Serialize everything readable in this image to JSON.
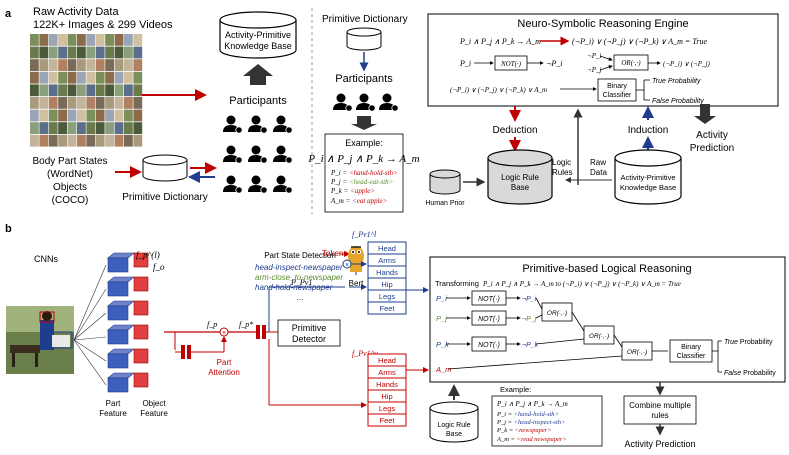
{
  "panel_a": {
    "label": "a",
    "raw_title_1": "Raw Activity Data",
    "raw_title_2": "122K+ Images & 299 Videos",
    "kb_top_1": "Activity-Primitive",
    "kb_top_2": "Knowledge Base",
    "participants": "Participants",
    "body_1": "Body Part States",
    "body_2": "(WordNet)",
    "body_3": "Objects",
    "body_4": "(COCO)",
    "prim_dict": "Primitive Dictionary",
    "mid_prim_dict": "Primitive Dictionary",
    "mid_participants": "Participants",
    "example_label": "Example:",
    "example_formula": "P_i ∧ P_j ∧ P_k → A_m",
    "ex_pi_key": "P_i = ",
    "ex_pi_val": "<hand-hold-sth>",
    "ex_pj_key": "P_j = ",
    "ex_pj_val": "<head-eat-sth>",
    "ex_pk_key": "P_k = ",
    "ex_pk_val": "<apple>",
    "ex_am_key": "A_m = ",
    "ex_am_val": "<eat apple>",
    "engine_title": "Neuro-Symbolic Reasoning Engine",
    "eng_rule": "P_i ∧ P_j ∧ P_k → A_m",
    "eng_rule_rhs": "(¬P_i) ∨ (¬P_j) ∨ (¬P_k) ∨ A_m = True",
    "eng_not": "NOT(·)",
    "eng_not_pi": "¬P_i",
    "eng_not_pi2": "¬P_i",
    "eng_not_pj": "¬P_j",
    "eng_or": "OR(·,·)",
    "eng_or_out": "(¬P_i) ∨ (¬P_j)",
    "eng_long": "(¬P_i) ∨ (¬P_j) ∨ (¬P_k) ∨ A_m",
    "eng_binary_1": "Binary",
    "eng_binary_2": "Classifier",
    "eng_true": "True Probability",
    "eng_false": "False Probability",
    "deduction": "Deduction",
    "induction": "Induction",
    "activity_pred_1": "Activity",
    "activity_pred_2": "Prediction",
    "logic_rules_1": "Logic",
    "logic_rules_2": "Rules",
    "raw_data_1": "Raw",
    "raw_data_2": "Data",
    "lrb_1": "Logic Rule",
    "lrb_2": "Base",
    "human_prior": "Human Prior",
    "kb_bot_1": "Activity-Primitive",
    "kb_bot_2": "Knowledge Base"
  },
  "panel_b": {
    "label": "b",
    "cnns": "CNNs",
    "fp_l": "f_p^(l)",
    "fo": "f_o",
    "part_feature_1": "Part",
    "part_feature_2": "Feature",
    "object_feature_1": "Object",
    "object_feature_2": "Feature",
    "fp": "f_p",
    "fp_star": "f_p*",
    "part_attention_1": "Part",
    "part_attention_2": "Attention",
    "psd_title": "Part State Detection",
    "psd_1": "head-inspect-newspaper",
    "psd_2": "arm-close_to-newspaper",
    "psd_3": "hand-hold-newspaper",
    "psd_dots": "...",
    "tokens": "Tokens",
    "bert": "Bert",
    "p_pv1": "P_Pv1",
    "fpv1_l": "f_Pv1^l",
    "fpv1_v": "f_Pv1^v",
    "primitive_detector_1": "Primitive",
    "primitive_detector_2": "Detector",
    "part_list": [
      "Head",
      "Arms",
      "Hands",
      "Hip",
      "Legs",
      "Feet"
    ],
    "plr_title": "Primitive-based Logical Reasoning",
    "transforming": "Transforming",
    "transform_formula": "P_i ∧ P_j ∧ P_k → A_m    to    (¬P_i) ∨ (¬P_j) ∨ (¬P_k) ∨ A_m = True",
    "not_label": "NOT(·)",
    "or_label": "OR(·,·)",
    "pi": "P_i",
    "pj": "P_j",
    "pk": "P_k",
    "am": "A_m",
    "npi": "¬P_i",
    "npj": "¬P_j",
    "npk": "¬P_k",
    "binary_1": "Binary",
    "binary_2": "Classifier",
    "true_prob": "True Probability",
    "false_prob": "False Probability",
    "combine_1": "Combine multiple",
    "combine_2": "rules",
    "activity_prediction": "Activity Prediction",
    "lrb_1": "Logic Rule",
    "lrb_2": "Base",
    "ex2_label": "Example:",
    "ex2_formula": "P_i ∧ P_j ∧ P_k → A_m",
    "ex2_pi_key": "P_i = ",
    "ex2_pi_val": "<hand-hold-sth>",
    "ex2_pj_key": "P_j = ",
    "ex2_pj_val": "<head-inspect-sth>",
    "ex2_pk_key": "P_k = ",
    "ex2_pk_val": "<newspaper>",
    "ex2_am_key": "A_m = ",
    "ex2_am_val": "<read newspaper>"
  },
  "colors": {
    "red": "#c00000",
    "blue": "#1f3d8f",
    "green": "#5a8a2a",
    "yellow": "#b89b00",
    "dark": "#333333",
    "grey_cyl": "#d9d9d9"
  }
}
